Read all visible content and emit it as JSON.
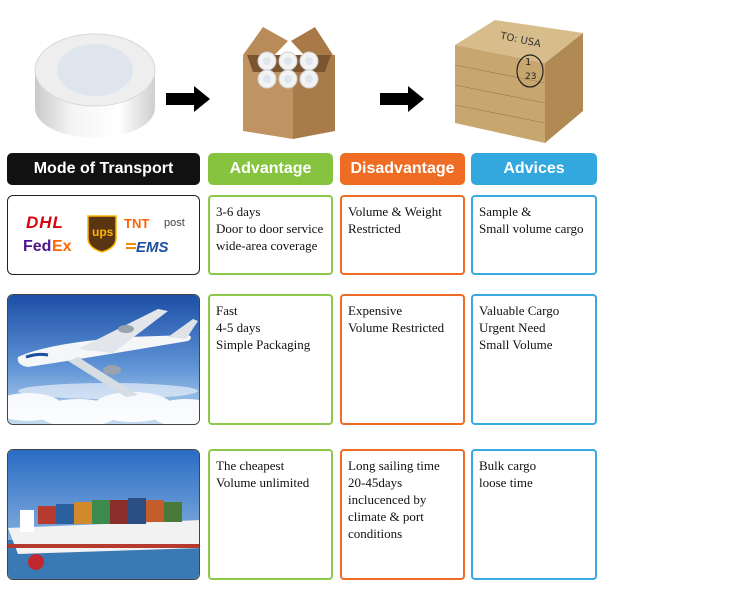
{
  "headers": {
    "mode": "Mode of Transport",
    "advantage": "Advantage",
    "disadvantage": "Disadvantage",
    "advices": "Advices"
  },
  "colors": {
    "mode": "#111111",
    "advantage": "#86c440",
    "disadvantage": "#ef6c24",
    "advices": "#32a8df"
  },
  "box_label": {
    "line1": "TO: USA",
    "line2": "1",
    "line3": "23"
  },
  "courier_logos": {
    "dhl": "DHL",
    "fedex_a": "Fed",
    "fedex_b": "Ex",
    "ups": "ups",
    "tnt": "TNT",
    "post": "post",
    "ems": "EMS"
  },
  "rows": [
    {
      "advantage": [
        "3-6 days",
        "Door to door service",
        "wide-area coverage"
      ],
      "disadvantage": [
        "Volume & Weight",
        "Restricted"
      ],
      "advices": [
        "Sample &",
        "Small volume cargo"
      ]
    },
    {
      "advantage": [
        "Fast",
        "4-5 days",
        "Simple Packaging"
      ],
      "disadvantage": [
        "Expensive",
        "Volume Restricted"
      ],
      "advices": [
        "Valuable Cargo",
        "Urgent Need",
        "Small Volume"
      ]
    },
    {
      "advantage": [
        "The cheapest",
        "Volume unlimited"
      ],
      "disadvantage": [
        "Long sailing time",
        "20-45days",
        "inclucenced by",
        "climate & port",
        "conditions"
      ],
      "advices": [
        "Bulk cargo",
        "loose time"
      ]
    }
  ]
}
